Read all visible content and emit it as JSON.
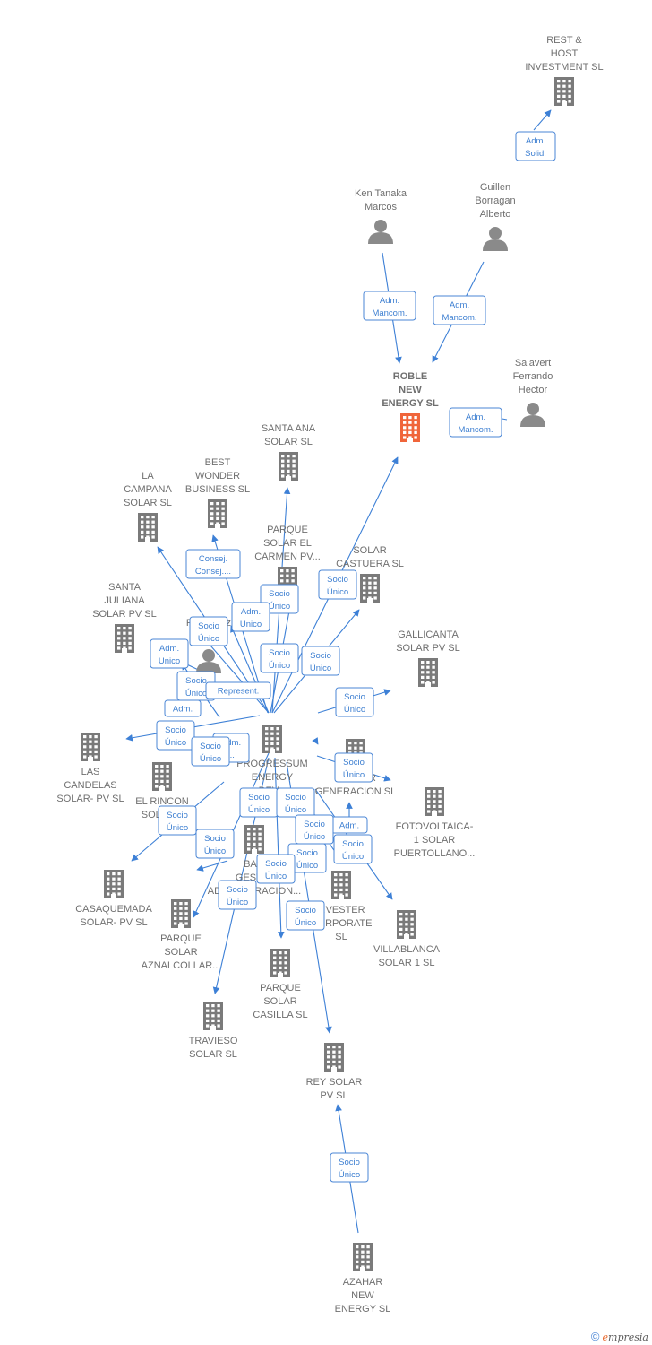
{
  "colors": {
    "company": "#7a7a7a",
    "highlight": "#f0653a",
    "person": "#8a8a8a",
    "edge": "#3d80d6"
  },
  "nodes": [
    {
      "id": "rest_host",
      "kind": "company",
      "lines": [
        "REST &",
        "HOST",
        "INVESTMENT SL"
      ]
    },
    {
      "id": "guillen",
      "kind": "person",
      "lines": [
        "Guillen",
        "Borragan",
        "Alberto"
      ]
    },
    {
      "id": "ken",
      "kind": "person",
      "lines": [
        "Ken Tanaka",
        "Marcos"
      ]
    },
    {
      "id": "roble",
      "kind": "company_main",
      "lines": [
        "ROBLE",
        "NEW",
        "ENERGY  SL"
      ]
    },
    {
      "id": "salavert",
      "kind": "person",
      "lines": [
        "Salavert",
        "Ferrando",
        "Hector"
      ]
    },
    {
      "id": "santa_ana",
      "kind": "company",
      "lines": [
        "SANTA ANA",
        "SOLAR  SL"
      ]
    },
    {
      "id": "best_wonder",
      "kind": "company",
      "lines": [
        "BEST",
        "WONDER",
        "BUSINESS SL"
      ]
    },
    {
      "id": "la_campana",
      "kind": "company",
      "lines": [
        "LA",
        "CAMPANA",
        "SOLAR  SL"
      ]
    },
    {
      "id": "parque_carmen",
      "kind": "company",
      "lines": [
        "PARQUE",
        "SOLAR EL",
        "CARMEN PV..."
      ]
    },
    {
      "id": "castuera",
      "kind": "company",
      "lines": [
        "SOLAR",
        "CASTUERA  SL"
      ]
    },
    {
      "id": "santa_juliana",
      "kind": "company",
      "lines": [
        "SANTA",
        "JULIANA",
        "SOLAR PV  SL"
      ]
    },
    {
      "id": "rodriguez",
      "kind": "person",
      "lines": [
        "Rodriguez",
        "B..."
      ]
    },
    {
      "id": "gallicanta",
      "kind": "company",
      "lines": [
        "GALLICANTA",
        "SOLAR PV  SL"
      ]
    },
    {
      "id": "progressum",
      "kind": "company",
      "lines": [
        "PROGRESSUM",
        "ENERGY",
        "DEV..."
      ]
    },
    {
      "id": "las_candelas",
      "kind": "company",
      "lines": [
        "LAS",
        "CANDELAS",
        "SOLAR- PV  SL"
      ]
    },
    {
      "id": "el_rincon",
      "kind": "company",
      "lines": [
        "EL RINCON",
        "SOLAR..."
      ]
    },
    {
      "id": "sector",
      "kind": "company",
      "lines": [
        "SECTOR",
        "GENERACION SL"
      ]
    },
    {
      "id": "fotovoltaica",
      "kind": "company",
      "lines": [
        "FOTOVOLTAICA-",
        "1 SOLAR",
        "PUERTOLLANO..."
      ]
    },
    {
      "id": "bas",
      "kind": "company",
      "lines": [
        "BA...",
        "GESTI...",
        "ADMINISTRACION..."
      ]
    },
    {
      "id": "vester",
      "kind": "company",
      "lines": [
        "...VESTER",
        "CORPORATE",
        "SL"
      ]
    },
    {
      "id": "casaquemada",
      "kind": "company",
      "lines": [
        "CASAQUEMADA",
        "SOLAR- PV  SL"
      ]
    },
    {
      "id": "aznalcollar",
      "kind": "company",
      "lines": [
        "PARQUE",
        "SOLAR",
        "AZNALCOLLAR..."
      ]
    },
    {
      "id": "villablanca",
      "kind": "company",
      "lines": [
        "VILLABLANCA",
        "SOLAR 1  SL"
      ]
    },
    {
      "id": "casilla",
      "kind": "company",
      "lines": [
        "PARQUE",
        "SOLAR",
        "CASILLA  SL"
      ]
    },
    {
      "id": "travieso",
      "kind": "company",
      "lines": [
        "TRAVIESO",
        "SOLAR  SL"
      ]
    },
    {
      "id": "rey_solar",
      "kind": "company",
      "lines": [
        "REY SOLAR",
        "PV  SL"
      ]
    },
    {
      "id": "azahar",
      "kind": "company",
      "lines": [
        "AZAHAR",
        "NEW",
        "ENERGY  SL"
      ]
    }
  ],
  "relations": [
    {
      "id": "r1",
      "lines": [
        "Adm.",
        "Solid."
      ]
    },
    {
      "id": "r2",
      "lines": [
        "Adm.",
        "Mancom."
      ]
    },
    {
      "id": "r3",
      "lines": [
        "Adm.",
        "Mancom."
      ]
    },
    {
      "id": "r4",
      "lines": [
        "Adm.",
        "Mancom."
      ]
    },
    {
      "id": "r5",
      "lines": [
        "Consej.",
        "Consej...."
      ]
    },
    {
      "id": "r6",
      "lines": [
        "Socio",
        "Único"
      ]
    },
    {
      "id": "r7",
      "lines": [
        "Socio",
        "Único"
      ]
    },
    {
      "id": "r8",
      "lines": [
        "Adm.",
        "Unico"
      ]
    },
    {
      "id": "r9",
      "lines": [
        "Socio",
        "Único"
      ]
    },
    {
      "id": "r10",
      "lines": [
        "Adm.",
        "Unico"
      ]
    },
    {
      "id": "r11",
      "lines": [
        "Socio",
        "Único"
      ]
    },
    {
      "id": "r12",
      "lines": [
        "Socio",
        "Único"
      ]
    },
    {
      "id": "r13",
      "lines": [
        "Socio",
        "Único"
      ]
    },
    {
      "id": "r14",
      "lines": [
        "Represent."
      ]
    },
    {
      "id": "r15",
      "lines": [
        "Socio",
        "Único"
      ]
    },
    {
      "id": "r16",
      "lines": [
        "Adm."
      ]
    },
    {
      "id": "r17",
      "lines": [
        "Socio",
        "Único"
      ]
    },
    {
      "id": "r18",
      "lines": [
        "Adm.",
        "..."
      ]
    },
    {
      "id": "r19",
      "lines": [
        "Socio",
        "Único"
      ]
    },
    {
      "id": "r20",
      "lines": [
        "Socio",
        "Único"
      ]
    },
    {
      "id": "r21",
      "lines": [
        "Socio",
        "Único"
      ]
    },
    {
      "id": "r22",
      "lines": [
        "Socio",
        "Único"
      ]
    },
    {
      "id": "r23",
      "lines": [
        "Socio",
        "Único"
      ]
    },
    {
      "id": "r24",
      "lines": [
        "Adm."
      ]
    },
    {
      "id": "r25",
      "lines": [
        "Socio",
        "Único"
      ]
    },
    {
      "id": "r26",
      "lines": [
        "Socio",
        "Único"
      ]
    },
    {
      "id": "r27",
      "lines": [
        "Socio",
        "Único"
      ]
    },
    {
      "id": "r28",
      "lines": [
        "Socio",
        "Único"
      ]
    },
    {
      "id": "r29",
      "lines": [
        "Socio",
        "Único"
      ]
    },
    {
      "id": "r30",
      "lines": [
        "Socio",
        "Único"
      ]
    },
    {
      "id": "r31",
      "lines": [
        "Socio",
        "Único"
      ]
    },
    {
      "id": "r32",
      "lines": [
        "Socio",
        "Único"
      ]
    }
  ],
  "footer": {
    "copyright": "©",
    "brand_first": "e",
    "brand_rest": "mpresia"
  }
}
